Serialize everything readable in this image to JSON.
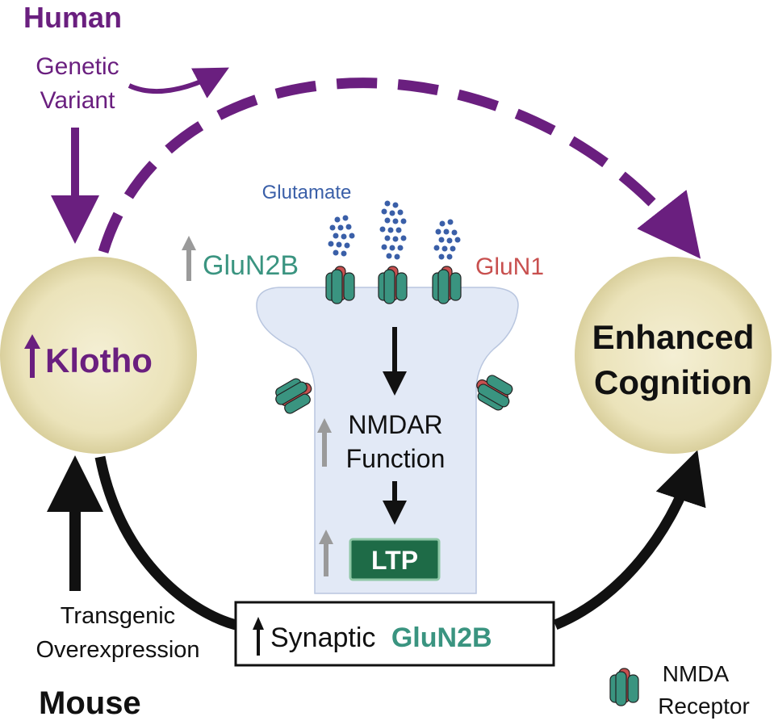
{
  "labels": {
    "human": "Human",
    "genetic_line1": "Genetic",
    "genetic_line2": "Variant",
    "klotho": "Klotho",
    "glutamate": "Glutamate",
    "glun2b": "GluN2B",
    "glun1": "GluN1",
    "nmdar_line1": "NMDAR",
    "nmdar_line2": "Function",
    "ltp": "LTP",
    "enhanced_line1": "Enhanced",
    "enhanced_line2": "Cognition",
    "transgenic_line1": "Transgenic",
    "transgenic_line2": "Overexpression",
    "mouse": "Mouse",
    "synaptic": "Synaptic",
    "synaptic_glun2b": "GluN2B",
    "legend_line1": "NMDA",
    "legend_line2": "Receptor"
  },
  "colors": {
    "purple": "#6a1f7f",
    "teal": "#3a9480",
    "red": "#c8504f",
    "circle_fill": "#efe8c2",
    "spine_fill": "#e2e9f6",
    "ltp_green": "#1e6b47",
    "glutamate_blue": "#3a5fa8",
    "gray_arrow": "#9a9a9a"
  }
}
